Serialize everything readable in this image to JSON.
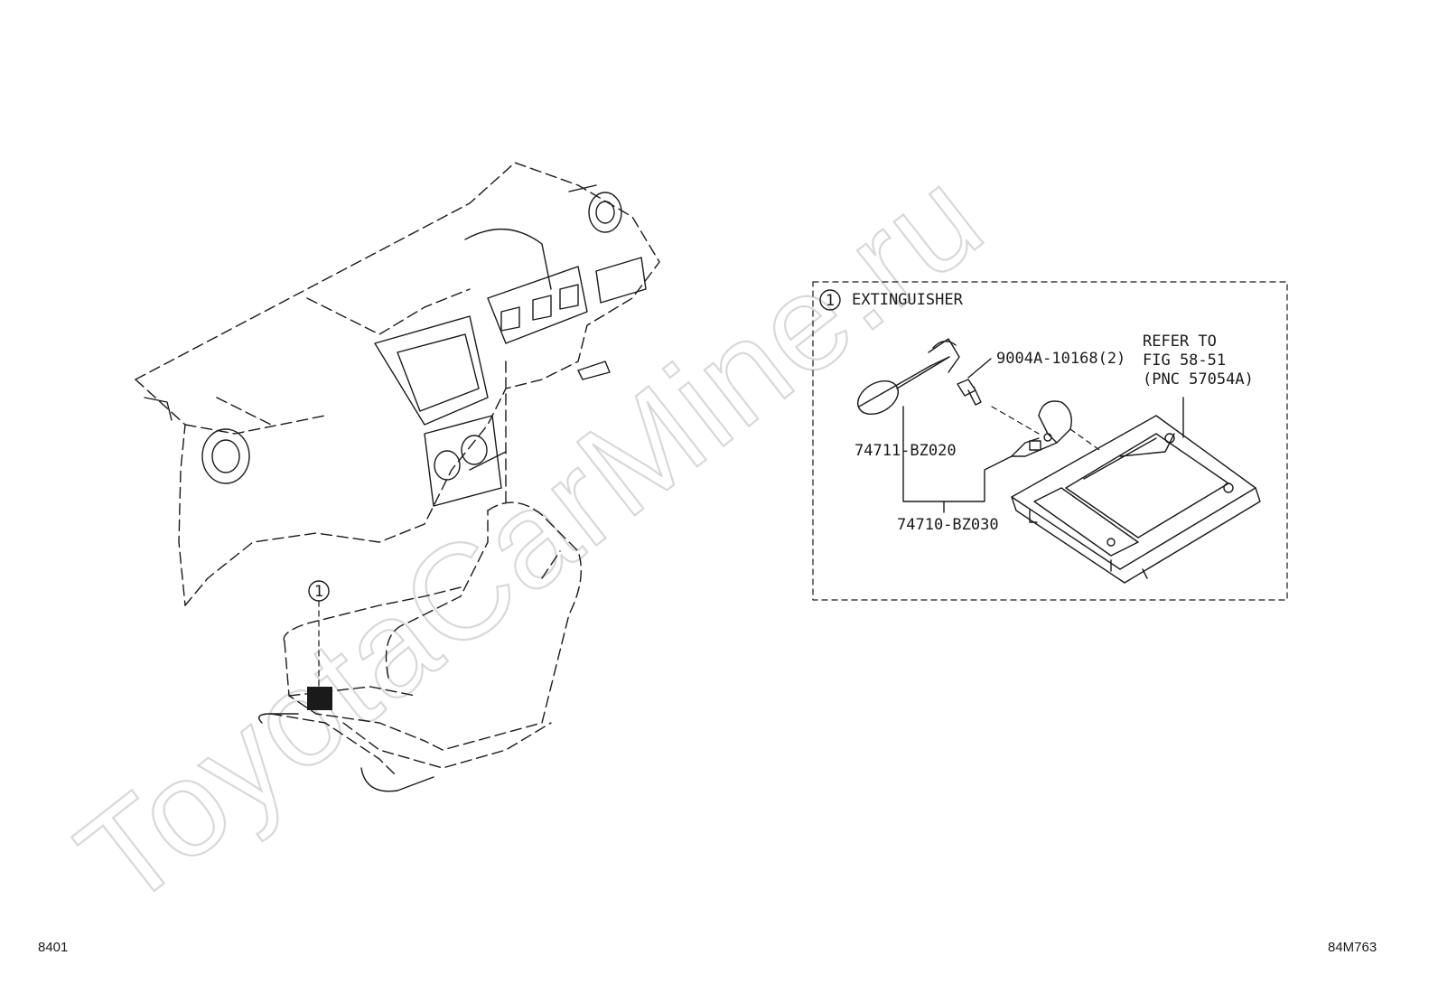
{
  "watermark": "ToyotaCarMine.ru",
  "callout": {
    "number": "1",
    "title": "EXTINGUISHER"
  },
  "parts": {
    "bolt": "9004A-10168(2)",
    "extinguisher": "74711-BZ020",
    "assembly": "74710-BZ030"
  },
  "reference": {
    "line1": "REFER TO",
    "line2": "FIG 58-51",
    "line3": "(PNC 57054A)"
  },
  "footer": {
    "page_code": "8401",
    "figure_code": "84M763"
  },
  "colors": {
    "ink": "#1a1a1a",
    "watermark": "#d8d8d8",
    "background": "#ffffff"
  }
}
